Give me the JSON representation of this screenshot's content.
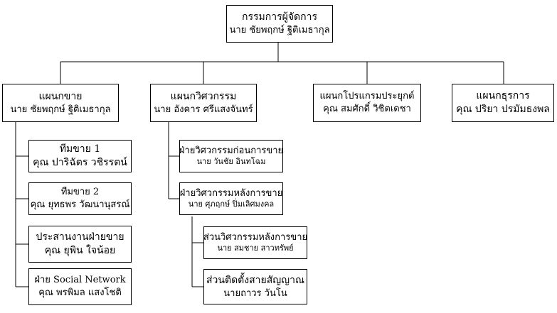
{
  "chart": {
    "md": {
      "title": "กรรมการผู้จัดการ",
      "person": "นาย ชัยพฤกษ์ ฐิติเมธากุล"
    },
    "departments": [
      {
        "title": "แผนกขาย",
        "person": "นาย ชัยพฤกษ์ ฐิติเมธากุล"
      },
      {
        "title": "แผนกวิศวกรรม",
        "person": "นาย อังคาร ศรีแสงจันทร์"
      },
      {
        "title": "แผนกโปรแกรมประยุกต์",
        "person": "คุณ สมศักดิ์ วิชิตเดชา"
      },
      {
        "title": "แผนกธุรการ",
        "person": "คุณ ปริยา ปรมัมธงพล"
      }
    ],
    "sales_teams": [
      {
        "title": "ทีมขาย 1",
        "person": "คุณ ปาริฉัตร วชิรรตน์"
      },
      {
        "title": "ทีมขาย 2",
        "person": "คุณ ยุทธพร วัฒนานุสรณ์"
      },
      {
        "title": "ประสานงานฝ่ายขาย",
        "person": "คุณ ยุพิน ใจน้อย"
      },
      {
        "title": "ฝ่าย Social Network",
        "person": "คุณ พรพิมล แสงโชติ"
      }
    ],
    "eng_units": [
      {
        "title": "ฝ่ายวิศวกรรมก่อนการขาย",
        "person": "นาย วันชัย อินทโฉม"
      },
      {
        "title": "ฝ่ายวิศวกรรมหลังการขาย",
        "person": "นาย ศุภฤกษ์ ปิ่มเลิศมงคล"
      }
    ],
    "after_sales_sections": [
      {
        "title": "ส่วนวิศวกรรมหลังการขาย",
        "person": "นาย สมชาย สาวทรัพย์"
      },
      {
        "title": "ส่วนติดตั้งสายสัญญาณ",
        "person": "นายถาวร วันโน"
      }
    ]
  }
}
